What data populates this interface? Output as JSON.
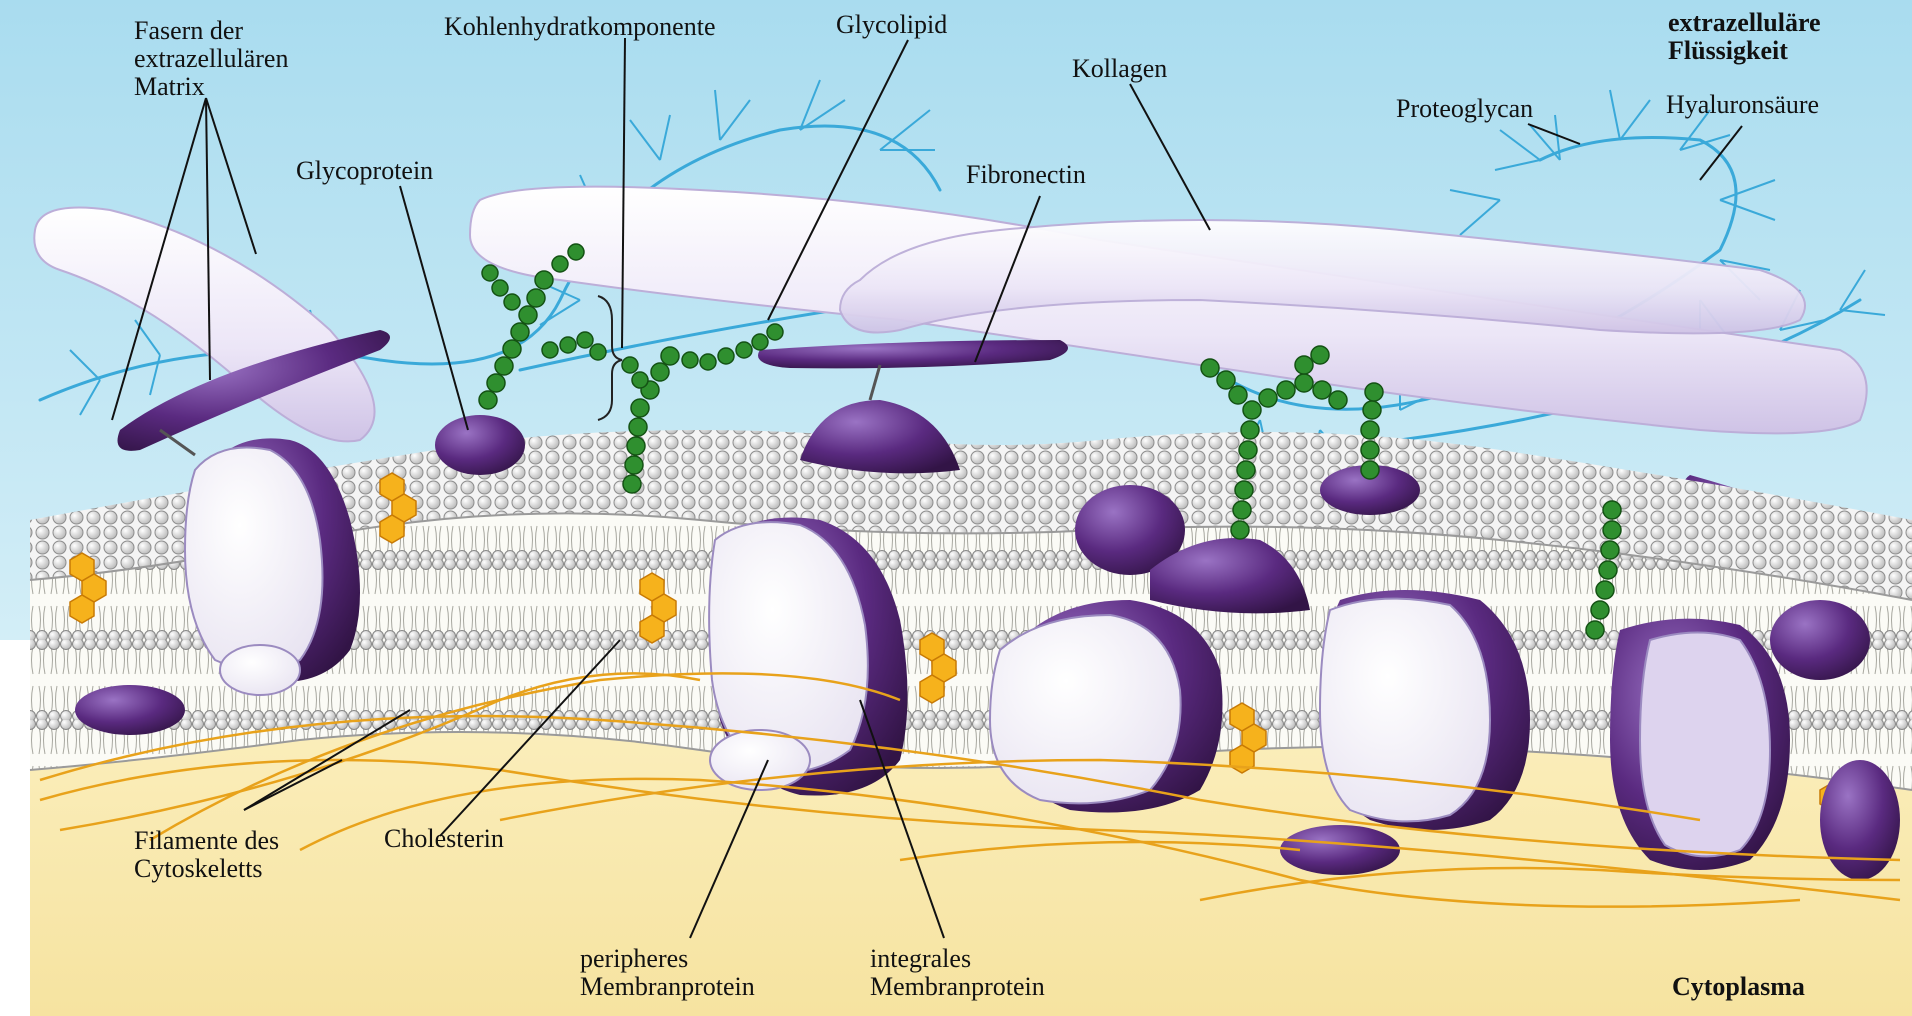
{
  "labels": {
    "ecm_fibers": [
      "Fasern der",
      "extrazellulären",
      "Matrix"
    ],
    "carbohydrate": "Kohlenhydratkomponente",
    "glycolipid": "Glycolipid",
    "collagen": "Kollagen",
    "extracellular_fluid": [
      "extrazelluläre",
      "Flüssigkeit"
    ],
    "proteoglycan": "Proteoglycan",
    "hyaluronic_acid": "Hyaluronsäure",
    "glycoprotein": "Glycoprotein",
    "fibronectin": "Fibronectin",
    "cytoskeleton_filaments": [
      "Filamente des",
      "Cytoskeletts"
    ],
    "cholesterol": "Cholesterin",
    "peripheral_protein": [
      "peripheres",
      "Membranprotein"
    ],
    "integral_protein": [
      "integrales",
      "Membranprotein"
    ],
    "cytoplasm": "Cytoplasma"
  },
  "colors": {
    "extracellular": "#bfe6f2",
    "cytoplasm": "#faedb8",
    "protein_purple": "#5a2a80",
    "protein_white": "#f7f5fb",
    "carbohydrate_green": "#2e8b2e",
    "cholesterol_orange": "#f3a81a",
    "filament_orange": "#e9a21c",
    "proteoglycan_blue": "#34a9d8",
    "collagen_lavender": "#ece6f7"
  }
}
